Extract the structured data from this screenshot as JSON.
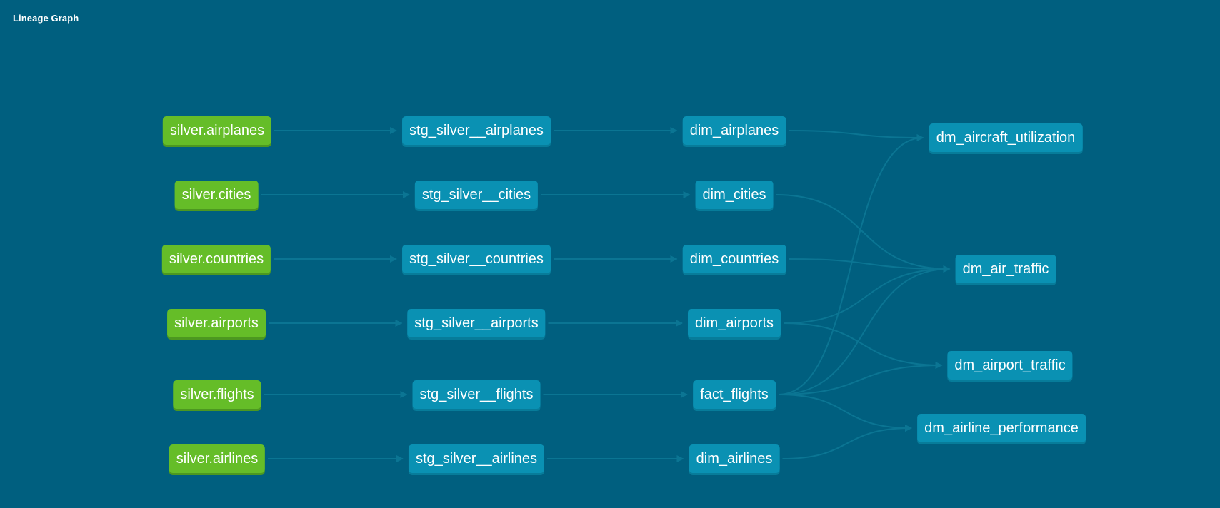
{
  "page": {
    "title": "Lineage Graph"
  },
  "colors": {
    "background": "#005f7f",
    "source_node": "#65bd28",
    "model_node": "#0a91b3",
    "edge": "#0b7593"
  },
  "nodes": {
    "src_airplanes": {
      "label": "silver.airplanes",
      "kind": "source"
    },
    "src_cities": {
      "label": "silver.cities",
      "kind": "source"
    },
    "src_countries": {
      "label": "silver.countries",
      "kind": "source"
    },
    "src_airports": {
      "label": "silver.airports",
      "kind": "source"
    },
    "src_flights": {
      "label": "silver.flights",
      "kind": "source"
    },
    "src_airlines": {
      "label": "silver.airlines",
      "kind": "source"
    },
    "stg_airplanes": {
      "label": "stg_silver__airplanes",
      "kind": "model"
    },
    "stg_cities": {
      "label": "stg_silver__cities",
      "kind": "model"
    },
    "stg_countries": {
      "label": "stg_silver__countries",
      "kind": "model"
    },
    "stg_airports": {
      "label": "stg_silver__airports",
      "kind": "model"
    },
    "stg_flights": {
      "label": "stg_silver__flights",
      "kind": "model"
    },
    "stg_airlines": {
      "label": "stg_silver__airlines",
      "kind": "model"
    },
    "dim_airplanes": {
      "label": "dim_airplanes",
      "kind": "model"
    },
    "dim_cities": {
      "label": "dim_cities",
      "kind": "model"
    },
    "dim_countries": {
      "label": "dim_countries",
      "kind": "model"
    },
    "dim_airports": {
      "label": "dim_airports",
      "kind": "model"
    },
    "fact_flights": {
      "label": "fact_flights",
      "kind": "model"
    },
    "dim_airlines": {
      "label": "dim_airlines",
      "kind": "model"
    },
    "dm_aircraft_utilization": {
      "label": "dm_aircraft_utilization",
      "kind": "model"
    },
    "dm_air_traffic": {
      "label": "dm_air_traffic",
      "kind": "model"
    },
    "dm_airport_traffic": {
      "label": "dm_airport_traffic",
      "kind": "model"
    },
    "dm_airline_performance": {
      "label": "dm_airline_performance",
      "kind": "model"
    }
  },
  "edges": [
    [
      "src_airplanes",
      "stg_airplanes"
    ],
    [
      "src_cities",
      "stg_cities"
    ],
    [
      "src_countries",
      "stg_countries"
    ],
    [
      "src_airports",
      "stg_airports"
    ],
    [
      "src_flights",
      "stg_flights"
    ],
    [
      "src_airlines",
      "stg_airlines"
    ],
    [
      "stg_airplanes",
      "dim_airplanes"
    ],
    [
      "stg_cities",
      "dim_cities"
    ],
    [
      "stg_countries",
      "dim_countries"
    ],
    [
      "stg_airports",
      "dim_airports"
    ],
    [
      "stg_flights",
      "fact_flights"
    ],
    [
      "stg_airlines",
      "dim_airlines"
    ],
    [
      "dim_airplanes",
      "dm_aircraft_utilization"
    ],
    [
      "fact_flights",
      "dm_aircraft_utilization"
    ],
    [
      "dim_cities",
      "dm_air_traffic"
    ],
    [
      "dim_countries",
      "dm_air_traffic"
    ],
    [
      "dim_airports",
      "dm_air_traffic"
    ],
    [
      "fact_flights",
      "dm_air_traffic"
    ],
    [
      "dim_airports",
      "dm_airport_traffic"
    ],
    [
      "fact_flights",
      "dm_airport_traffic"
    ],
    [
      "fact_flights",
      "dm_airline_performance"
    ],
    [
      "dim_airlines",
      "dm_airline_performance"
    ]
  ]
}
